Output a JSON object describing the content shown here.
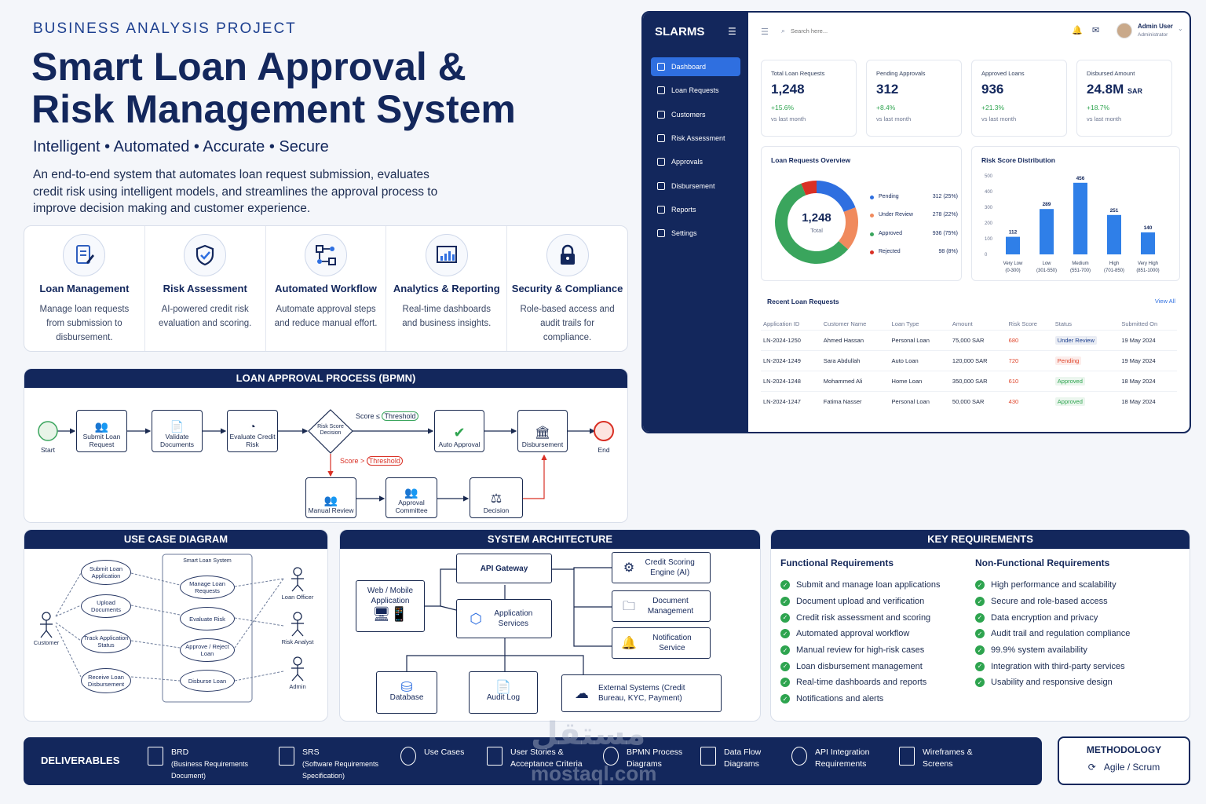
{
  "header": {
    "kicker": "BUSINESS ANALYSIS PROJECT",
    "title_line1": "Smart Loan Approval &",
    "title_line2": "Risk Management System",
    "tagline": "Intelligent • Automated • Accurate • Secure",
    "description": "An end-to-end system that automates loan request submission, evaluates credit risk using intelligent models, and streamlines the approval process to improve decision making and customer experience."
  },
  "features": [
    {
      "title": "Loan Management",
      "desc": "Manage loan requests from submission to disbursement.",
      "icon": "document-edit-icon"
    },
    {
      "title": "Risk Assessment",
      "desc": "AI-powered credit risk evaluation and scoring.",
      "icon": "shield-check-icon"
    },
    {
      "title": "Automated Workflow",
      "desc": "Automate approval steps and reduce manual effort.",
      "icon": "workflow-icon"
    },
    {
      "title": "Analytics & Reporting",
      "desc": "Real-time dashboards and business insights.",
      "icon": "chart-icon"
    },
    {
      "title": "Security & Compliance",
      "desc": "Role-based access and audit trails for compliance.",
      "icon": "lock-icon"
    }
  ],
  "bpmn": {
    "heading": "LOAN APPROVAL PROCESS (BPMN)",
    "start": "Start",
    "end": "End",
    "submit": "Submit Loan Request",
    "validate": "Validate Documents",
    "evaluate": "Evaluate Credit Risk",
    "decision": "Risk Score Decision",
    "auto_approval": "Auto Approval",
    "disbursement": "Disbursement",
    "manual_review": "Manual Review",
    "committee": "Approval Committee",
    "decision_node": "Decision",
    "cond_low": "Score ≤",
    "cond_high": "Score >",
    "threshold": "Threshold"
  },
  "use_case": {
    "heading": "USE CASE DIAGRAM",
    "system": "Smart Loan System",
    "customer": "Customer",
    "loan_officer": "Loan Officer",
    "risk_analyst": "Risk Analyst",
    "admin": "Admin",
    "left_cases": [
      "Submit Loan Application",
      "Upload Documents",
      "Track Application Status",
      "Receive Loan Disbursement"
    ],
    "inner_cases": [
      "Manage Loan Requests",
      "Evaluate Risk",
      "Approve / Reject Loan",
      "Disburse Loan"
    ]
  },
  "architecture": {
    "heading": "SYSTEM ARCHITECTURE",
    "client": "Web / Mobile Application",
    "gateway": "API Gateway",
    "app_services": "Application Services",
    "credit": "Credit Scoring Engine (AI)",
    "document": "Document Management",
    "notification": "Notification Service",
    "database": "Database",
    "audit": "Audit Log",
    "external": "External Systems (Credit Bureau, KYC, Payment)"
  },
  "requirements": {
    "heading": "KEY REQUIREMENTS",
    "functional_title": "Functional Requirements",
    "functional": [
      "Submit and manage loan applications",
      "Document upload and verification",
      "Credit risk assessment and scoring",
      "Automated approval workflow",
      "Manual review for high-risk cases",
      "Loan disbursement management",
      "Real-time dashboards and reports",
      "Notifications and alerts"
    ],
    "nonfunctional_title": "Non-Functional Requirements",
    "nonfunctional": [
      "High performance and scalability",
      "Secure and role-based access",
      "Data encryption and privacy",
      "Audit trail and regulation compliance",
      "99.9% system availability",
      "Integration with third-party services",
      "Usability and responsive design"
    ]
  },
  "deliverables": {
    "label": "DELIVERABLES",
    "items": [
      {
        "title": "BRD",
        "sub": "(Business Requirements Document)"
      },
      {
        "title": "SRS",
        "sub": "(Software Requirements Specification)"
      },
      {
        "title": "Use Cases",
        "sub": ""
      },
      {
        "title": "User Stories &",
        "sub": "Acceptance Criteria"
      },
      {
        "title": "BPMN Process",
        "sub": "Diagrams"
      },
      {
        "title": "Data Flow",
        "sub": "Diagrams"
      },
      {
        "title": "API Integration",
        "sub": "Requirements"
      },
      {
        "title": "Wireframes &",
        "sub": "Screens"
      }
    ]
  },
  "methodology": {
    "label": "METHODOLOGY",
    "value": "Agile / Scrum"
  },
  "watermark": {
    "arabic": "مستقل",
    "latin": "mostaql.com"
  },
  "dashboard": {
    "brand": "SLARMS",
    "search_placeholder": "Search here...",
    "user_name": "Admin User",
    "user_role": "Administrator",
    "nav": [
      "Dashboard",
      "Loan Requests",
      "Customers",
      "Risk Assessment",
      "Approvals",
      "Disbursement",
      "Reports",
      "Settings"
    ],
    "kpis": [
      {
        "title": "Total Loan Requests",
        "value": "1,248",
        "unit": "",
        "change": "+15.6%",
        "sub": "vs last month"
      },
      {
        "title": "Pending Approvals",
        "value": "312",
        "unit": "",
        "change": "+8.4%",
        "sub": "vs last month"
      },
      {
        "title": "Approved Loans",
        "value": "936",
        "unit": "",
        "change": "+21.3%",
        "sub": "vs last month"
      },
      {
        "title": "Disbursed Amount",
        "value": "24.8M",
        "unit": "SAR",
        "change": "+18.7%",
        "sub": "vs last month"
      }
    ],
    "overview_title": "Loan Requests Overview",
    "overview_total": "1,248",
    "overview_total_label": "Total",
    "risk_title": "Risk Score Distribution",
    "recent_title": "Recent Loan Requests",
    "view_all": "View All",
    "table_headers": [
      "Application ID",
      "Customer Name",
      "Loan Type",
      "Amount",
      "Risk Score",
      "Status",
      "Submitted On"
    ],
    "table_rows": [
      [
        "LN-2024-1250",
        "Ahmed Hassan",
        "Personal Loan",
        "75,000 SAR",
        "680",
        "Under Review",
        "19 May 2024"
      ],
      [
        "LN-2024-1249",
        "Sara Abdullah",
        "Auto Loan",
        "120,000 SAR",
        "720",
        "Pending",
        "19 May 2024"
      ],
      [
        "LN-2024-1248",
        "Mohammed Ali",
        "Home Loan",
        "350,000 SAR",
        "610",
        "Approved",
        "18 May 2024"
      ],
      [
        "LN-2024-1247",
        "Fatima Nasser",
        "Personal Loan",
        "50,000 SAR",
        "430",
        "Approved",
        "18 May 2024"
      ]
    ],
    "status_colors": {
      "Under Review": "#1c3f8f",
      "Pending": "#e0452b",
      "Approved": "#2ea44f"
    }
  },
  "chart_data": [
    {
      "type": "pie",
      "title": "Loan Requests Overview",
      "categories": [
        "Pending",
        "Under Review",
        "Approved",
        "Rejected"
      ],
      "values": [
        312,
        278,
        936,
        98
      ],
      "labels": [
        "312 (25%)",
        "278 (22%)",
        "936 (75%)",
        "98 (8%)"
      ],
      "colors": [
        "#2f6fe0",
        "#f08a5d",
        "#3aa55d",
        "#d93025"
      ]
    },
    {
      "type": "bar",
      "title": "Risk Score Distribution",
      "categories": [
        "Very Low (0-300)",
        "Low (301-550)",
        "Medium (551-700)",
        "High (701-850)",
        "Very High (851-1000)"
      ],
      "values": [
        112,
        289,
        456,
        251,
        140
      ],
      "ylim": [
        0,
        500
      ],
      "yticks": [
        0,
        100,
        200,
        300,
        400,
        500
      ],
      "color": "#2f7fe8"
    }
  ]
}
